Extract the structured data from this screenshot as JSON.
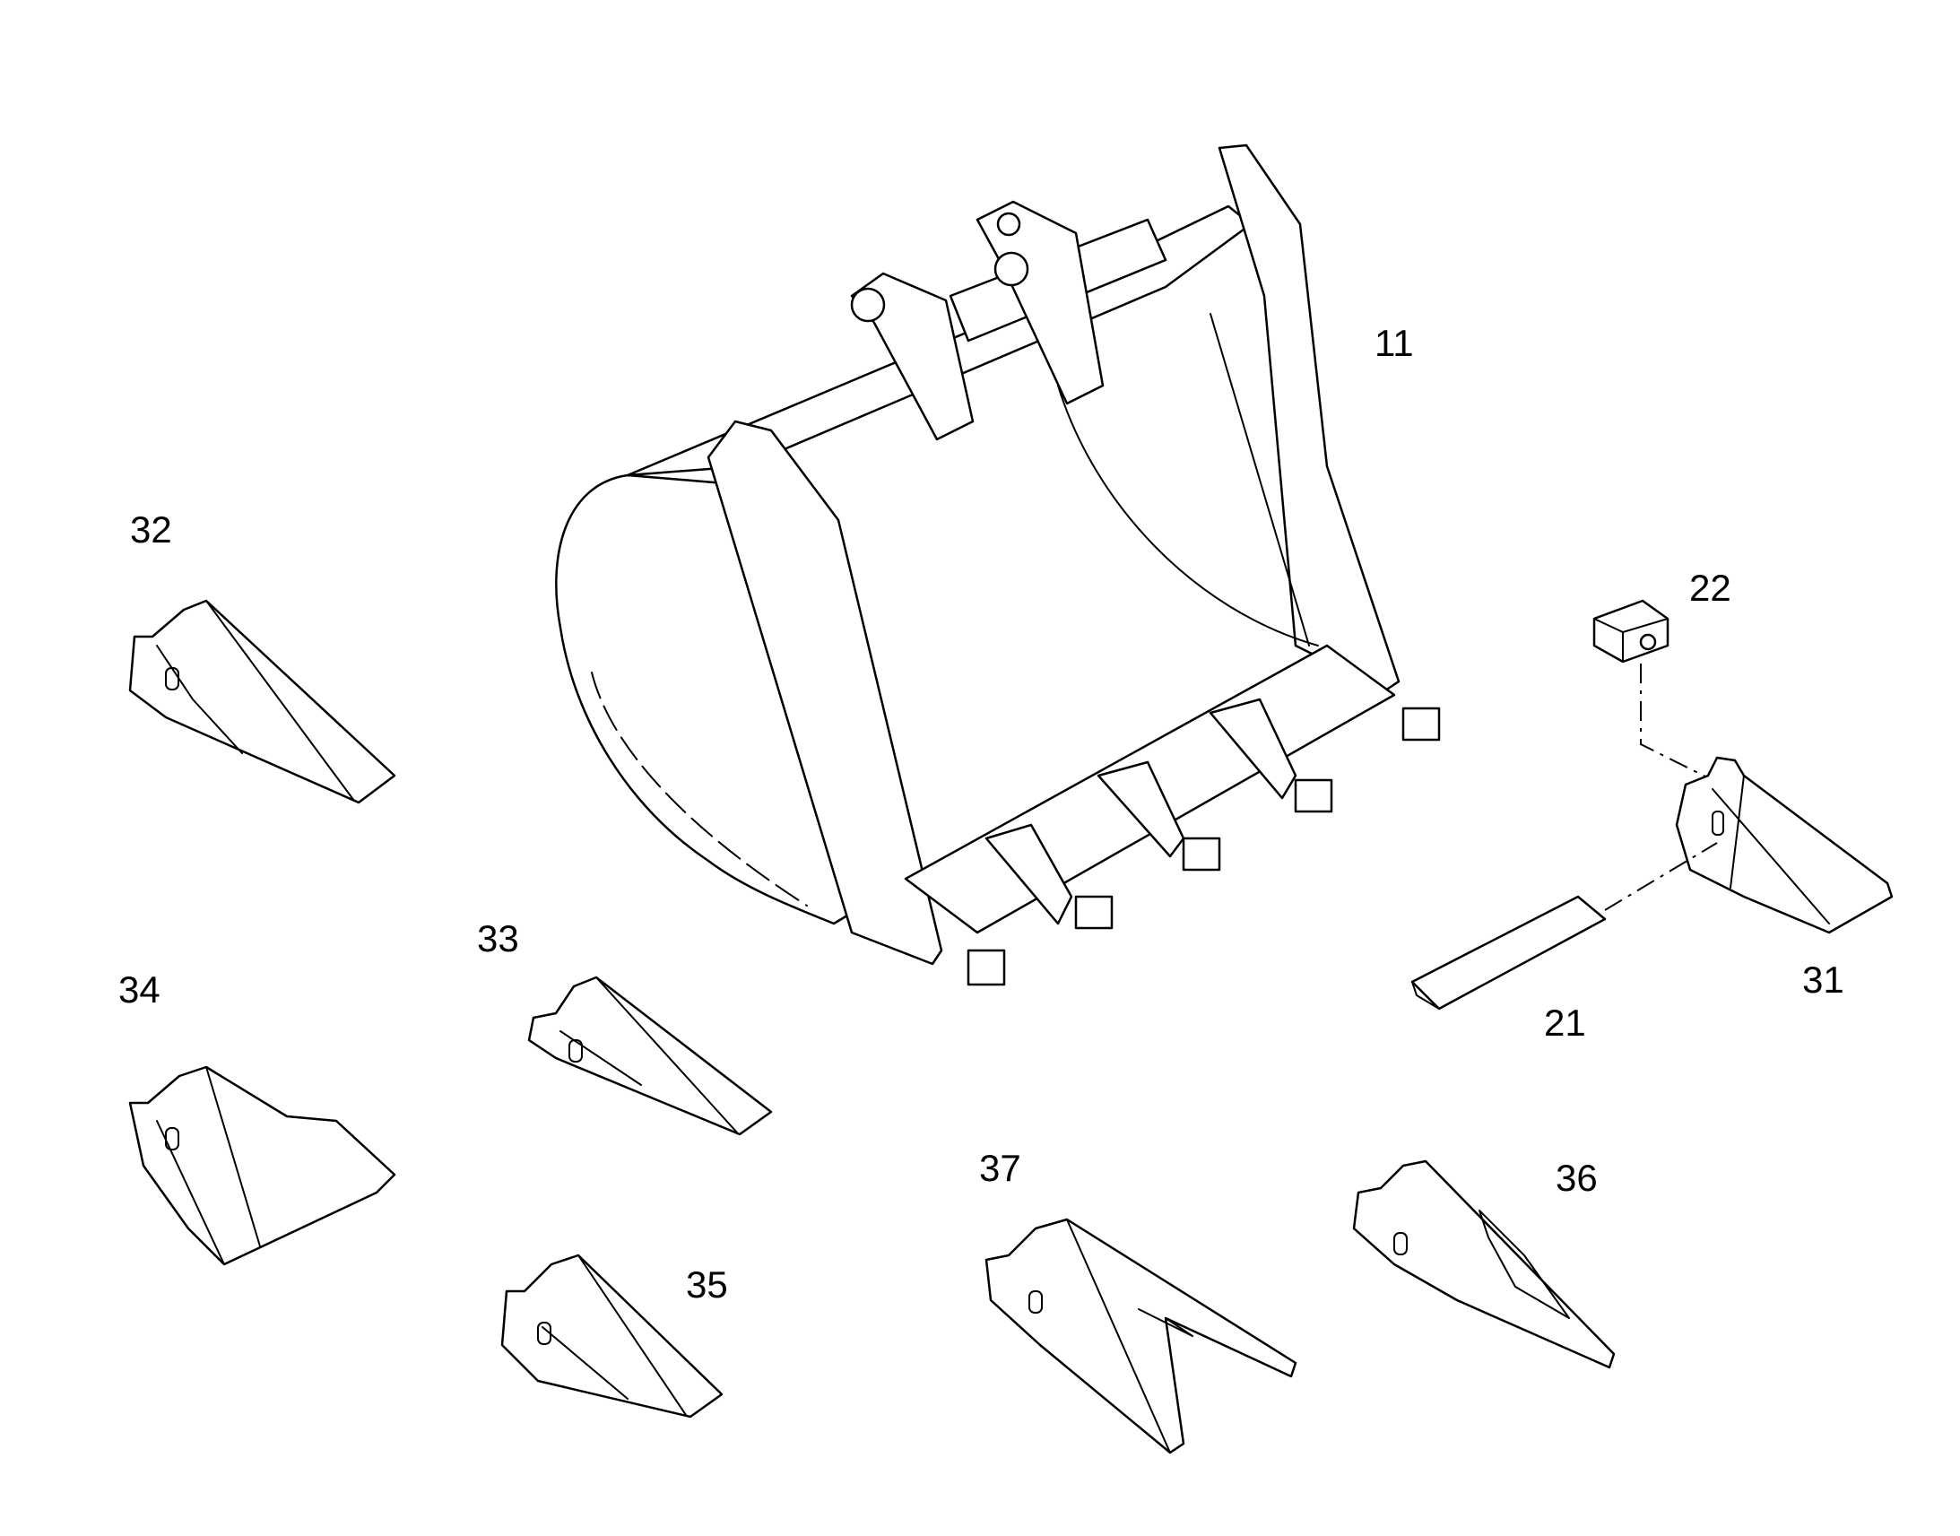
{
  "diagram": {
    "callouts": [
      {
        "id": "11",
        "text": "11"
      },
      {
        "id": "22",
        "text": "22"
      },
      {
        "id": "31",
        "text": "31"
      },
      {
        "id": "21",
        "text": "21"
      },
      {
        "id": "32",
        "text": "32"
      },
      {
        "id": "33",
        "text": "33"
      },
      {
        "id": "34",
        "text": "34"
      },
      {
        "id": "35",
        "text": "35"
      },
      {
        "id": "36",
        "text": "36"
      },
      {
        "id": "37",
        "text": "37"
      }
    ],
    "line_color": "#000000",
    "background": "#ffffff"
  }
}
